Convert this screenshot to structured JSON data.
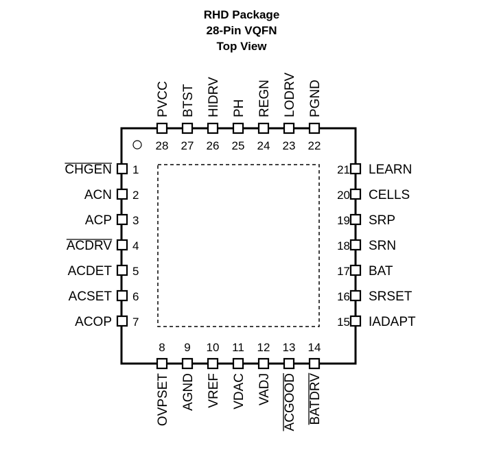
{
  "title": [
    "RHD Package",
    "28-Pin VQFN",
    "Top View"
  ],
  "pins": {
    "left": [
      {
        "num": "1",
        "name": "CHGEN",
        "overbar": true
      },
      {
        "num": "2",
        "name": "ACN",
        "overbar": false
      },
      {
        "num": "3",
        "name": "ACP",
        "overbar": false
      },
      {
        "num": "4",
        "name": "ACDRV",
        "overbar": true
      },
      {
        "num": "5",
        "name": "ACDET",
        "overbar": false
      },
      {
        "num": "6",
        "name": "ACSET",
        "overbar": false
      },
      {
        "num": "7",
        "name": "ACOP",
        "overbar": false
      }
    ],
    "bottom": [
      {
        "num": "8",
        "name": "OVPSET",
        "overbar": false
      },
      {
        "num": "9",
        "name": "AGND",
        "overbar": false
      },
      {
        "num": "10",
        "name": "VREF",
        "overbar": false
      },
      {
        "num": "11",
        "name": "VDAC",
        "overbar": false
      },
      {
        "num": "12",
        "name": "VADJ",
        "overbar": false
      },
      {
        "num": "13",
        "name": "ACGOOD",
        "overbar": true
      },
      {
        "num": "14",
        "name": "BATDRV",
        "overbar": true
      }
    ],
    "right": [
      {
        "num": "15",
        "name": "IADAPT",
        "overbar": false
      },
      {
        "num": "16",
        "name": "SRSET",
        "overbar": false
      },
      {
        "num": "17",
        "name": "BAT",
        "overbar": false
      },
      {
        "num": "18",
        "name": "SRN",
        "overbar": false
      },
      {
        "num": "19",
        "name": "SRP",
        "overbar": false
      },
      {
        "num": "20",
        "name": "CELLS",
        "overbar": false
      },
      {
        "num": "21",
        "name": "LEARN",
        "overbar": false
      }
    ],
    "top": [
      {
        "num": "22",
        "name": "PGND",
        "overbar": false
      },
      {
        "num": "23",
        "name": "LODRV",
        "overbar": false
      },
      {
        "num": "24",
        "name": "REGN",
        "overbar": false
      },
      {
        "num": "25",
        "name": "PH",
        "overbar": false
      },
      {
        "num": "26",
        "name": "HIDRV",
        "overbar": false
      },
      {
        "num": "27",
        "name": "BTST",
        "overbar": false
      },
      {
        "num": "28",
        "name": "PVCC",
        "overbar": false
      }
    ]
  }
}
